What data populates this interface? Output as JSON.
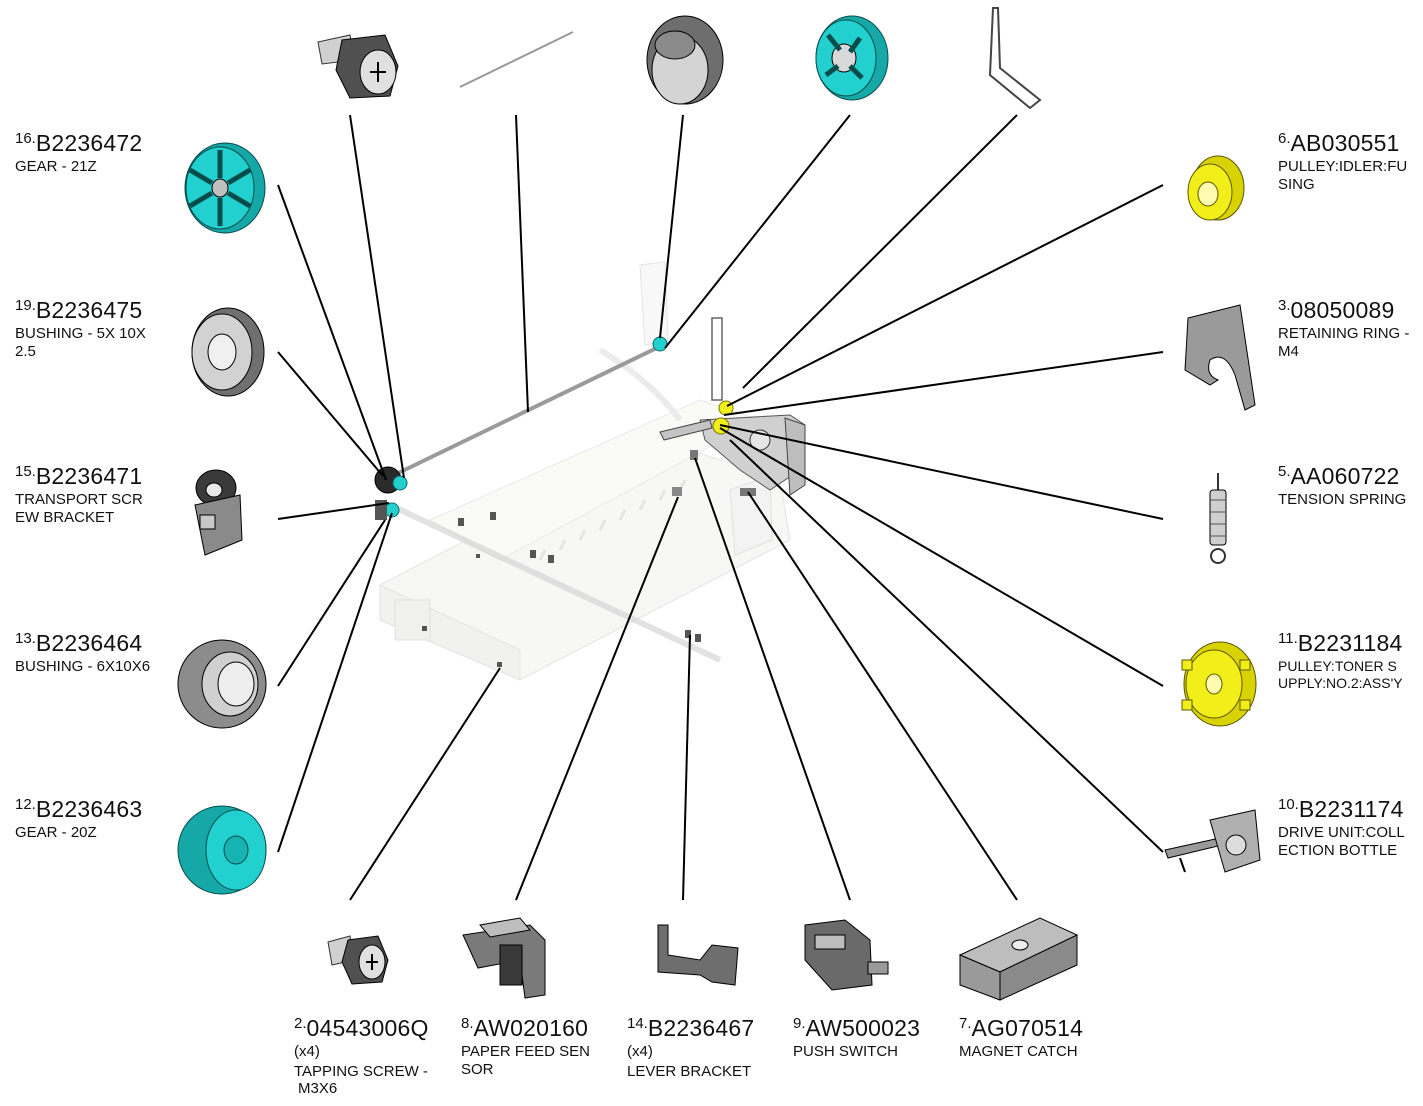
{
  "parts": [
    {
      "id": "p16",
      "num": "16.",
      "pn": "B2236472",
      "qty": "",
      "desc": [
        "GEAR - 21Z"
      ]
    },
    {
      "id": "p19",
      "num": "19.",
      "pn": "B2236475",
      "qty": "",
      "desc": [
        "BUSHING - 5X 10X",
        "2.5"
      ]
    },
    {
      "id": "p15",
      "num": "15.",
      "pn": "B2236471",
      "qty": "",
      "desc": [
        "TRANSPORT SCR",
        "EW BRACKET"
      ]
    },
    {
      "id": "p13",
      "num": "13.",
      "pn": "B2236464",
      "qty": "",
      "desc": [
        "BUSHING - 6X10X6"
      ]
    },
    {
      "id": "p12",
      "num": "12.",
      "pn": "B2236463",
      "qty": "",
      "desc": [
        "GEAR - 20Z"
      ]
    },
    {
      "id": "p6",
      "num": "6.",
      "pn": "AB030551",
      "qty": "",
      "desc": [
        "PULLEY:IDLER:FU",
        "SING"
      ]
    },
    {
      "id": "p3",
      "num": "3.",
      "pn": "08050089",
      "qty": "",
      "desc": [
        "RETAINING RING -",
        "M4"
      ]
    },
    {
      "id": "p5",
      "num": "5.",
      "pn": "AA060722",
      "qty": "",
      "desc": [
        "TENSION SPRING"
      ]
    },
    {
      "id": "p11",
      "num": "11.",
      "pn": "B2231184",
      "qty": "",
      "desc": [
        "PULLEY:TONER S",
        "UPPLY:NO.2:ASS'Y"
      ]
    },
    {
      "id": "p10",
      "num": "10.",
      "pn": "B2231174",
      "qty": "",
      "desc": [
        "DRIVE UNIT:COLL",
        "ECTION BOTTLE"
      ]
    },
    {
      "id": "p2",
      "num": "2.",
      "pn": "04543006Q",
      "qty": "(x4)",
      "desc": [
        "TAPPING SCREW -",
        "M3X6"
      ]
    },
    {
      "id": "p8",
      "num": "8.",
      "pn": "AW020160",
      "qty": "",
      "desc": [
        "PAPER FEED SEN",
        "SOR"
      ]
    },
    {
      "id": "p14",
      "num": "14.",
      "pn": "B2236467",
      "qty": "(x4)",
      "desc": [
        "LEVER BRACKET"
      ]
    },
    {
      "id": "p9",
      "num": "9.",
      "pn": "AW500023",
      "qty": "",
      "desc": [
        "PUSH SWITCH"
      ]
    },
    {
      "id": "p7",
      "num": "7.",
      "pn": "AG070514",
      "qty": "",
      "desc": [
        "MAGNET CATCH"
      ]
    }
  ],
  "colors": {
    "cyan": "#22d0cf",
    "yellow": "#f2ee1a",
    "gray": "#9a9a9a",
    "line": "#000000"
  }
}
